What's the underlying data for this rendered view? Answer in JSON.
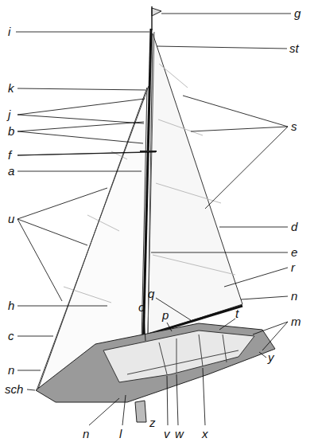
{
  "diagram": {
    "labels": [
      "g",
      "i",
      "st",
      "k",
      "j",
      "b",
      "f",
      "a",
      "s",
      "u",
      "d",
      "e",
      "r",
      "n",
      "h",
      "c",
      "q",
      "o",
      "p",
      "t",
      "m",
      "n",
      "y",
      "sch",
      "n",
      "l",
      "z",
      "v",
      "w",
      "x"
    ]
  }
}
